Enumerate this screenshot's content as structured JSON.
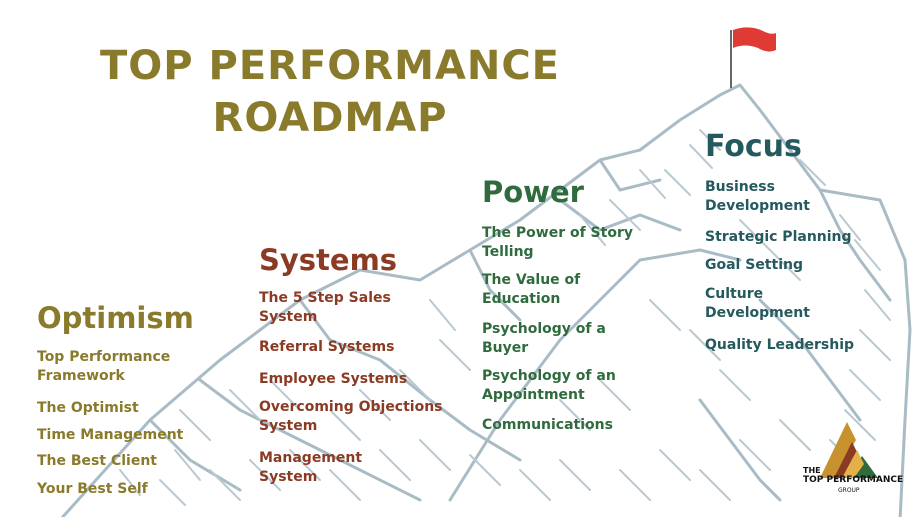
{
  "title": {
    "line1": "TOP PERFORMANCE",
    "line2": "ROADMAP"
  },
  "optimism": {
    "heading": "Optimism",
    "items": [
      "Top Performance Framework",
      "The Optimist",
      "Time Management",
      "The Best Client",
      "Your Best Self"
    ]
  },
  "systems": {
    "heading": "Systems",
    "items": [
      "The 5 Step Sales System",
      "Referral Systems",
      "Employee Systems",
      "Overcoming Objections System",
      "Management System"
    ]
  },
  "power": {
    "heading": "Power",
    "items": [
      "The Power of Story Telling",
      "The Value of Education",
      "Psychology of a Buyer",
      "Psychology of an Appointment",
      "Communications"
    ]
  },
  "focus": {
    "heading": "Focus",
    "items": [
      "Business Development",
      "Strategic Planning",
      "Goal Setting",
      "Culture Development",
      "Quality Leadership"
    ]
  },
  "logo": {
    "the": "THE",
    "name": "TOP PERFORMANCE",
    "group": "GROUP"
  },
  "colors": {
    "optimism": "#8a7a2b",
    "systems": "#8b3a24",
    "power": "#2f6b3d",
    "focus": "#24595e",
    "flag": "#e03a35",
    "mountain": "#a9bcc6"
  }
}
